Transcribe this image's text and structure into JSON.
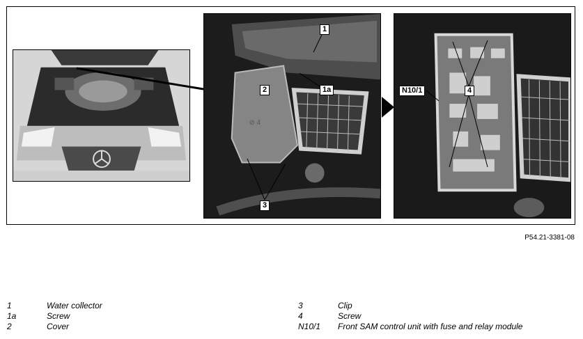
{
  "figure": {
    "callouts": {
      "water_collector": "1",
      "screw_1a": "1a",
      "cover": "2",
      "clip": "3",
      "screw_4": "4",
      "sam_unit": "N10/1"
    },
    "figure_id": "P54.21-3381-08"
  },
  "legend": {
    "left": [
      {
        "key": "1",
        "desc": "Water collector"
      },
      {
        "key": "1a",
        "desc": "Screw"
      },
      {
        "key": "2",
        "desc": "Cover"
      }
    ],
    "right": [
      {
        "key": "3",
        "desc": "Clip"
      },
      {
        "key": "4",
        "desc": "Screw"
      },
      {
        "key": "N10/1",
        "desc": "Front SAM control unit with fuse and relay module"
      }
    ]
  }
}
